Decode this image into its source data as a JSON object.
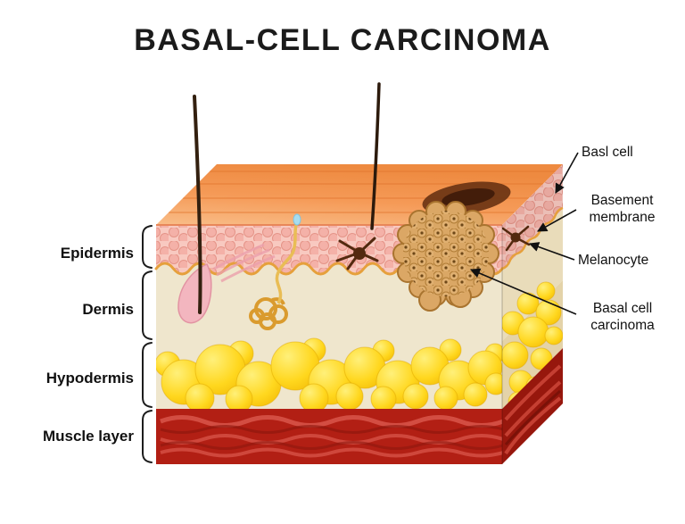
{
  "title": "BASAL-CELL CARCINOMA",
  "layers": [
    {
      "label": "Epidermis"
    },
    {
      "label": "Dermis"
    },
    {
      "label": "Hypodermis"
    },
    {
      "label": "Muscle layer"
    }
  ],
  "callouts": [
    {
      "label": "Basl cell"
    },
    {
      "label": "Basement membrane"
    },
    {
      "label": "Melanocyte"
    },
    {
      "label": "Basal cell carcinoma"
    }
  ],
  "colors": {
    "background": "#ffffff",
    "title_text": "#1b1b1b",
    "epidermis_pink": "#f8c9c0",
    "dermis_cream": "#efe6cd",
    "fat_yellow": "#ffd71e",
    "muscle_red": "#b21f14",
    "skin_surface_orange": "#f59a57",
    "tumor_tan": "#daa765",
    "basement_membrane_orange": "#e6a03c"
  }
}
